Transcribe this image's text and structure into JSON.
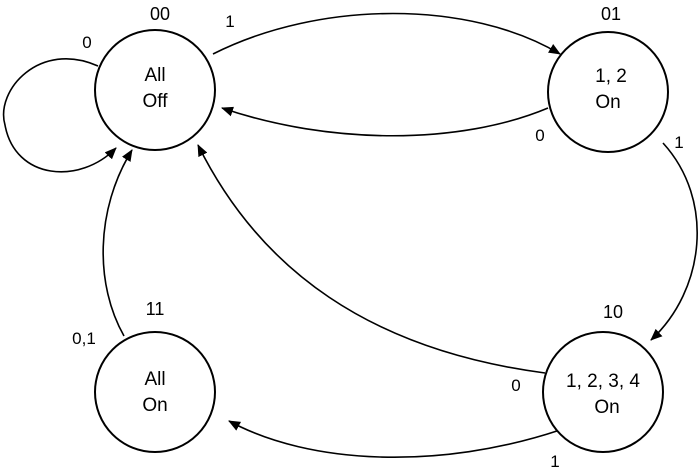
{
  "states": {
    "s00": {
      "code": "00",
      "line1": "All",
      "line2": "Off"
    },
    "s01": {
      "code": "01",
      "line1": "1, 2",
      "line2": "On"
    },
    "s10": {
      "code": "10",
      "line1": "1, 2, 3, 4",
      "line2": "On"
    },
    "s11": {
      "code": "11",
      "line1": "All",
      "line2": "On"
    }
  },
  "transitions": {
    "t00_self": {
      "from": "00",
      "to": "00",
      "label": "0"
    },
    "t00_01": {
      "from": "00",
      "to": "01",
      "label": "1"
    },
    "t01_00": {
      "from": "01",
      "to": "00",
      "label": "0"
    },
    "t01_10": {
      "from": "01",
      "to": "10",
      "label": "1"
    },
    "t10_00": {
      "from": "10",
      "to": "00",
      "label": "0"
    },
    "t10_11": {
      "from": "10",
      "to": "11",
      "label": "1"
    },
    "t11_00": {
      "from": "11",
      "to": "00",
      "label": "0,1"
    }
  }
}
